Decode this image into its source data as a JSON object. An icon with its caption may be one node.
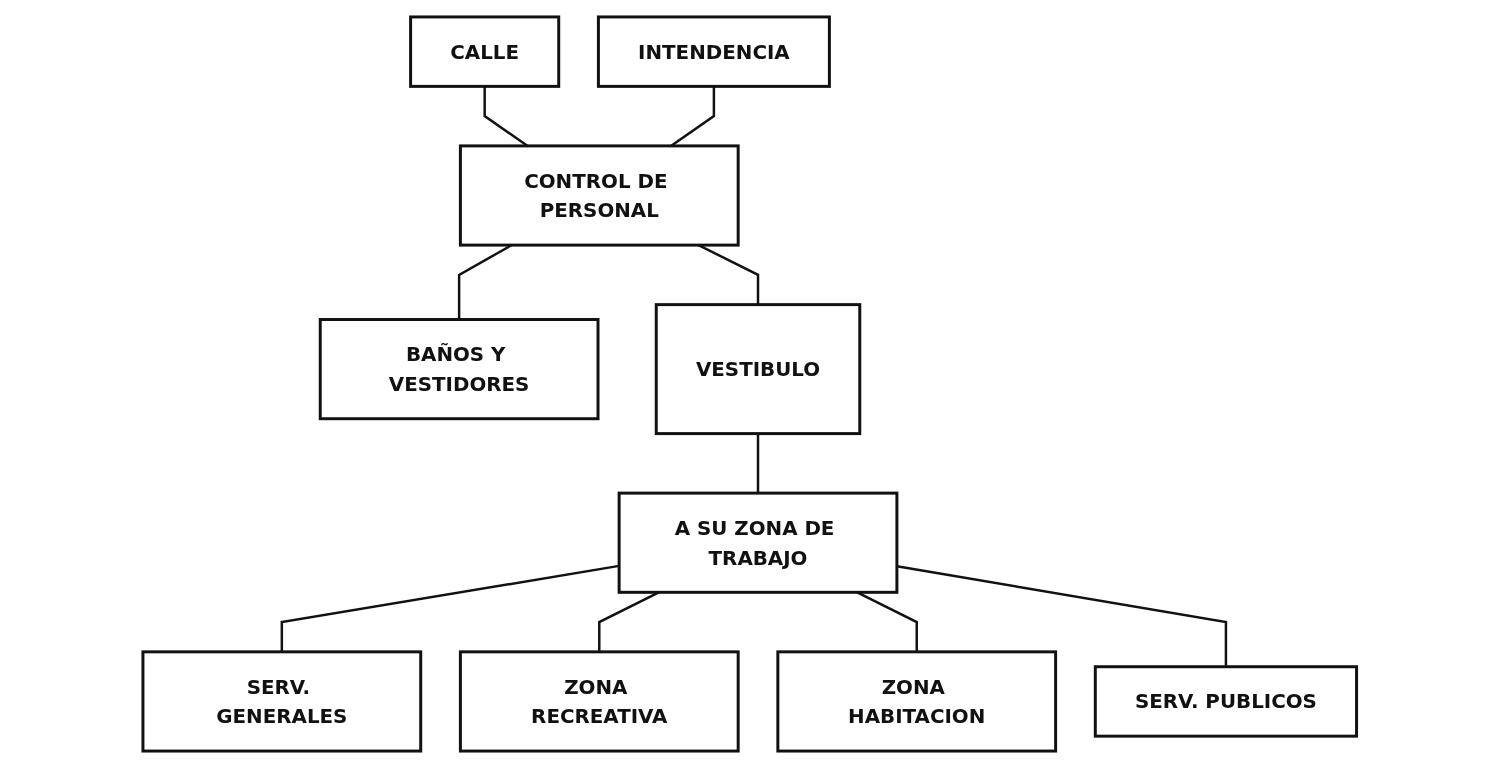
{
  "diagram": {
    "nodes": [
      {
        "text": [
          "CALLE"
        ]
      },
      {
        "text": [
          "INTENDENCIA"
        ]
      },
      {
        "text": [
          "CONTROL DE PERSONAL"
        ]
      },
      {
        "text": [
          "BAÑOS Y VESTIDORES"
        ]
      },
      {
        "text": [
          "VESTIBULO"
        ]
      },
      {
        "text": [
          "A SU ZONA DE TRABAJO"
        ]
      },
      {
        "text": [
          "SERV. GENERALES"
        ]
      },
      {
        "text": [
          "ZONA RECREATIVA"
        ]
      },
      {
        "text": [
          "ZONA HABITACION"
        ]
      },
      {
        "text": [
          "SERV. PUBLICOS"
        ]
      }
    ],
    "edges": [
      {
        "from": 0,
        "to": 2,
        "arrow": "none"
      },
      {
        "from": 1,
        "to": 2,
        "arrow": "none"
      },
      {
        "from": 2,
        "to": 3,
        "arrow": "none"
      },
      {
        "from": 2,
        "to": 4,
        "arrow": "none"
      },
      {
        "from": 4,
        "to": 5,
        "arrow": "none"
      },
      {
        "from": 5,
        "to": 6,
        "arrow": "none"
      },
      {
        "from": 5,
        "to": 7,
        "arrow": "none"
      },
      {
        "from": 5,
        "to": 8,
        "arrow": "none"
      },
      {
        "from": 5,
        "to": 9,
        "arrow": "none"
      }
    ]
  }
}
